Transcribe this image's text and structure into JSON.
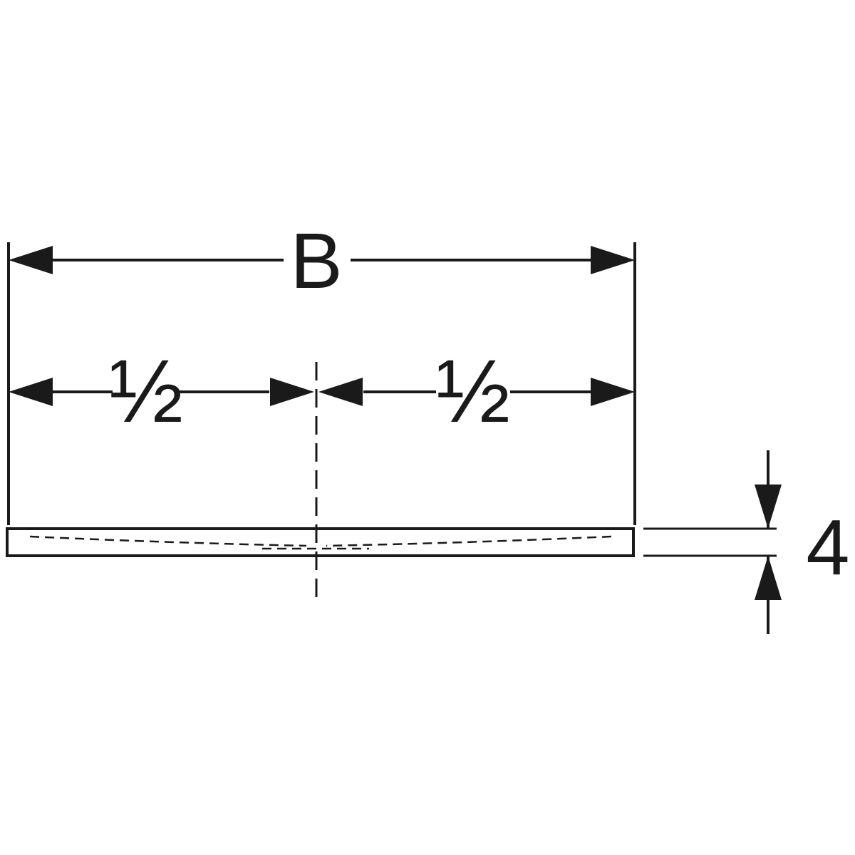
{
  "drawing": {
    "labels": {
      "width": "B",
      "half_left": "½",
      "half_right": "½",
      "thickness": "4"
    },
    "colors": {
      "line": "#1a1a1a",
      "background": "#ffffff"
    }
  }
}
